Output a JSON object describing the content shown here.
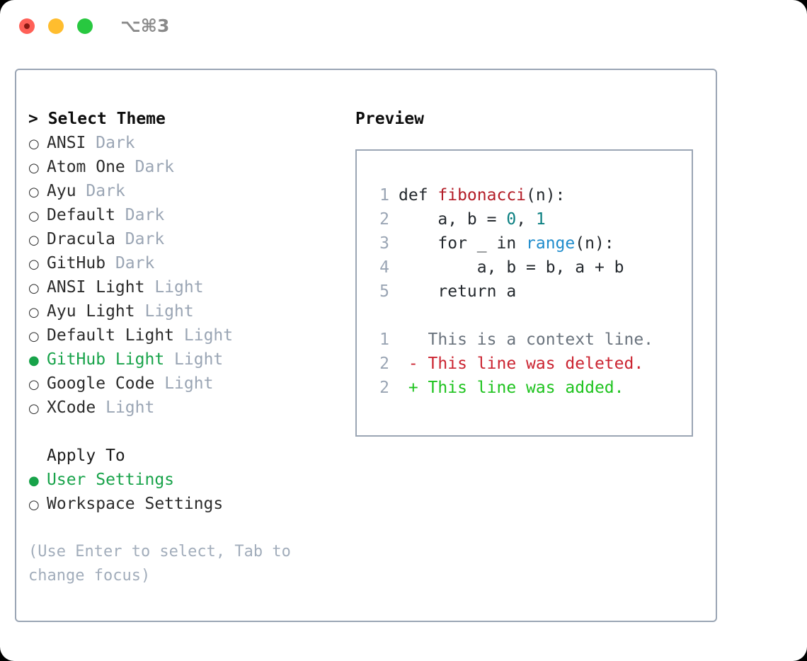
{
  "titlebar": {
    "shortcut": "⌥⌘3",
    "lights": [
      "close-red",
      "minimize-yellow",
      "zoom-green"
    ]
  },
  "theme_picker": {
    "header_marker": "> ",
    "header": "Select Theme",
    "items": [
      {
        "marker": "○",
        "name": "ANSI",
        "variant": "Dark",
        "selected": false
      },
      {
        "marker": "○",
        "name": "Atom One",
        "variant": "Dark",
        "selected": false
      },
      {
        "marker": "○",
        "name": "Ayu",
        "variant": "Dark",
        "selected": false
      },
      {
        "marker": "○",
        "name": "Default",
        "variant": "Dark",
        "selected": false
      },
      {
        "marker": "○",
        "name": "Dracula",
        "variant": "Dark",
        "selected": false
      },
      {
        "marker": "○",
        "name": "GitHub",
        "variant": "Dark",
        "selected": false
      },
      {
        "marker": "○",
        "name": "ANSI Light",
        "variant": "Light",
        "selected": false
      },
      {
        "marker": "○",
        "name": "Ayu Light",
        "variant": "Light",
        "selected": false
      },
      {
        "marker": "○",
        "name": "Default Light",
        "variant": "Light",
        "selected": false
      },
      {
        "marker": "●",
        "name": "GitHub Light",
        "variant": "Light",
        "selected": true
      },
      {
        "marker": "○",
        "name": "Google Code",
        "variant": "Light",
        "selected": false
      },
      {
        "marker": "○",
        "name": "XCode",
        "variant": "Light",
        "selected": false
      }
    ]
  },
  "apply_to": {
    "header": "Apply To",
    "items": [
      {
        "marker": "●",
        "name": "User Settings",
        "selected": true
      },
      {
        "marker": "○",
        "name": "Workspace Settings",
        "selected": false
      }
    ]
  },
  "hint": "(Use Enter to select, Tab to change focus)",
  "preview": {
    "title": "Preview",
    "code_lines": [
      {
        "lineno": "1",
        "parts": [
          {
            "text": "def ",
            "type": "plain"
          },
          {
            "text": "fibonacci",
            "type": "fn"
          },
          {
            "text": "(n):",
            "type": "plain"
          }
        ]
      },
      {
        "lineno": "2",
        "parts": [
          {
            "text": "    a, b = ",
            "type": "plain"
          },
          {
            "text": "0",
            "type": "num"
          },
          {
            "text": ", ",
            "type": "plain"
          },
          {
            "text": "1",
            "type": "num"
          }
        ]
      },
      {
        "lineno": "3",
        "parts": [
          {
            "text": "    for _ in ",
            "type": "plain"
          },
          {
            "text": "range",
            "type": "builtin"
          },
          {
            "text": "(n):",
            "type": "plain"
          }
        ]
      },
      {
        "lineno": "4",
        "parts": [
          {
            "text": "        a, b = b, a + b",
            "type": "plain"
          }
        ]
      },
      {
        "lineno": "5",
        "parts": [
          {
            "text": "    return a",
            "type": "plain"
          }
        ]
      }
    ],
    "diff_lines": [
      {
        "lineno": "1",
        "text": "   This is a context line.",
        "type": "ctx"
      },
      {
        "lineno": "2",
        "text": " - This line was deleted.",
        "type": "del"
      },
      {
        "lineno": "2",
        "text": " + This line was added.",
        "type": "add"
      }
    ]
  },
  "colors": {
    "accent_green": "#18a34a",
    "border": "#9aa5b4",
    "muted": "#9aa5b4",
    "text": "#2c2c2c",
    "diff_add": "#1ec31e",
    "diff_del": "#cb2431",
    "fn": "#b31d28",
    "num": "#0a7f81",
    "builtin": "#1f8ccc"
  }
}
